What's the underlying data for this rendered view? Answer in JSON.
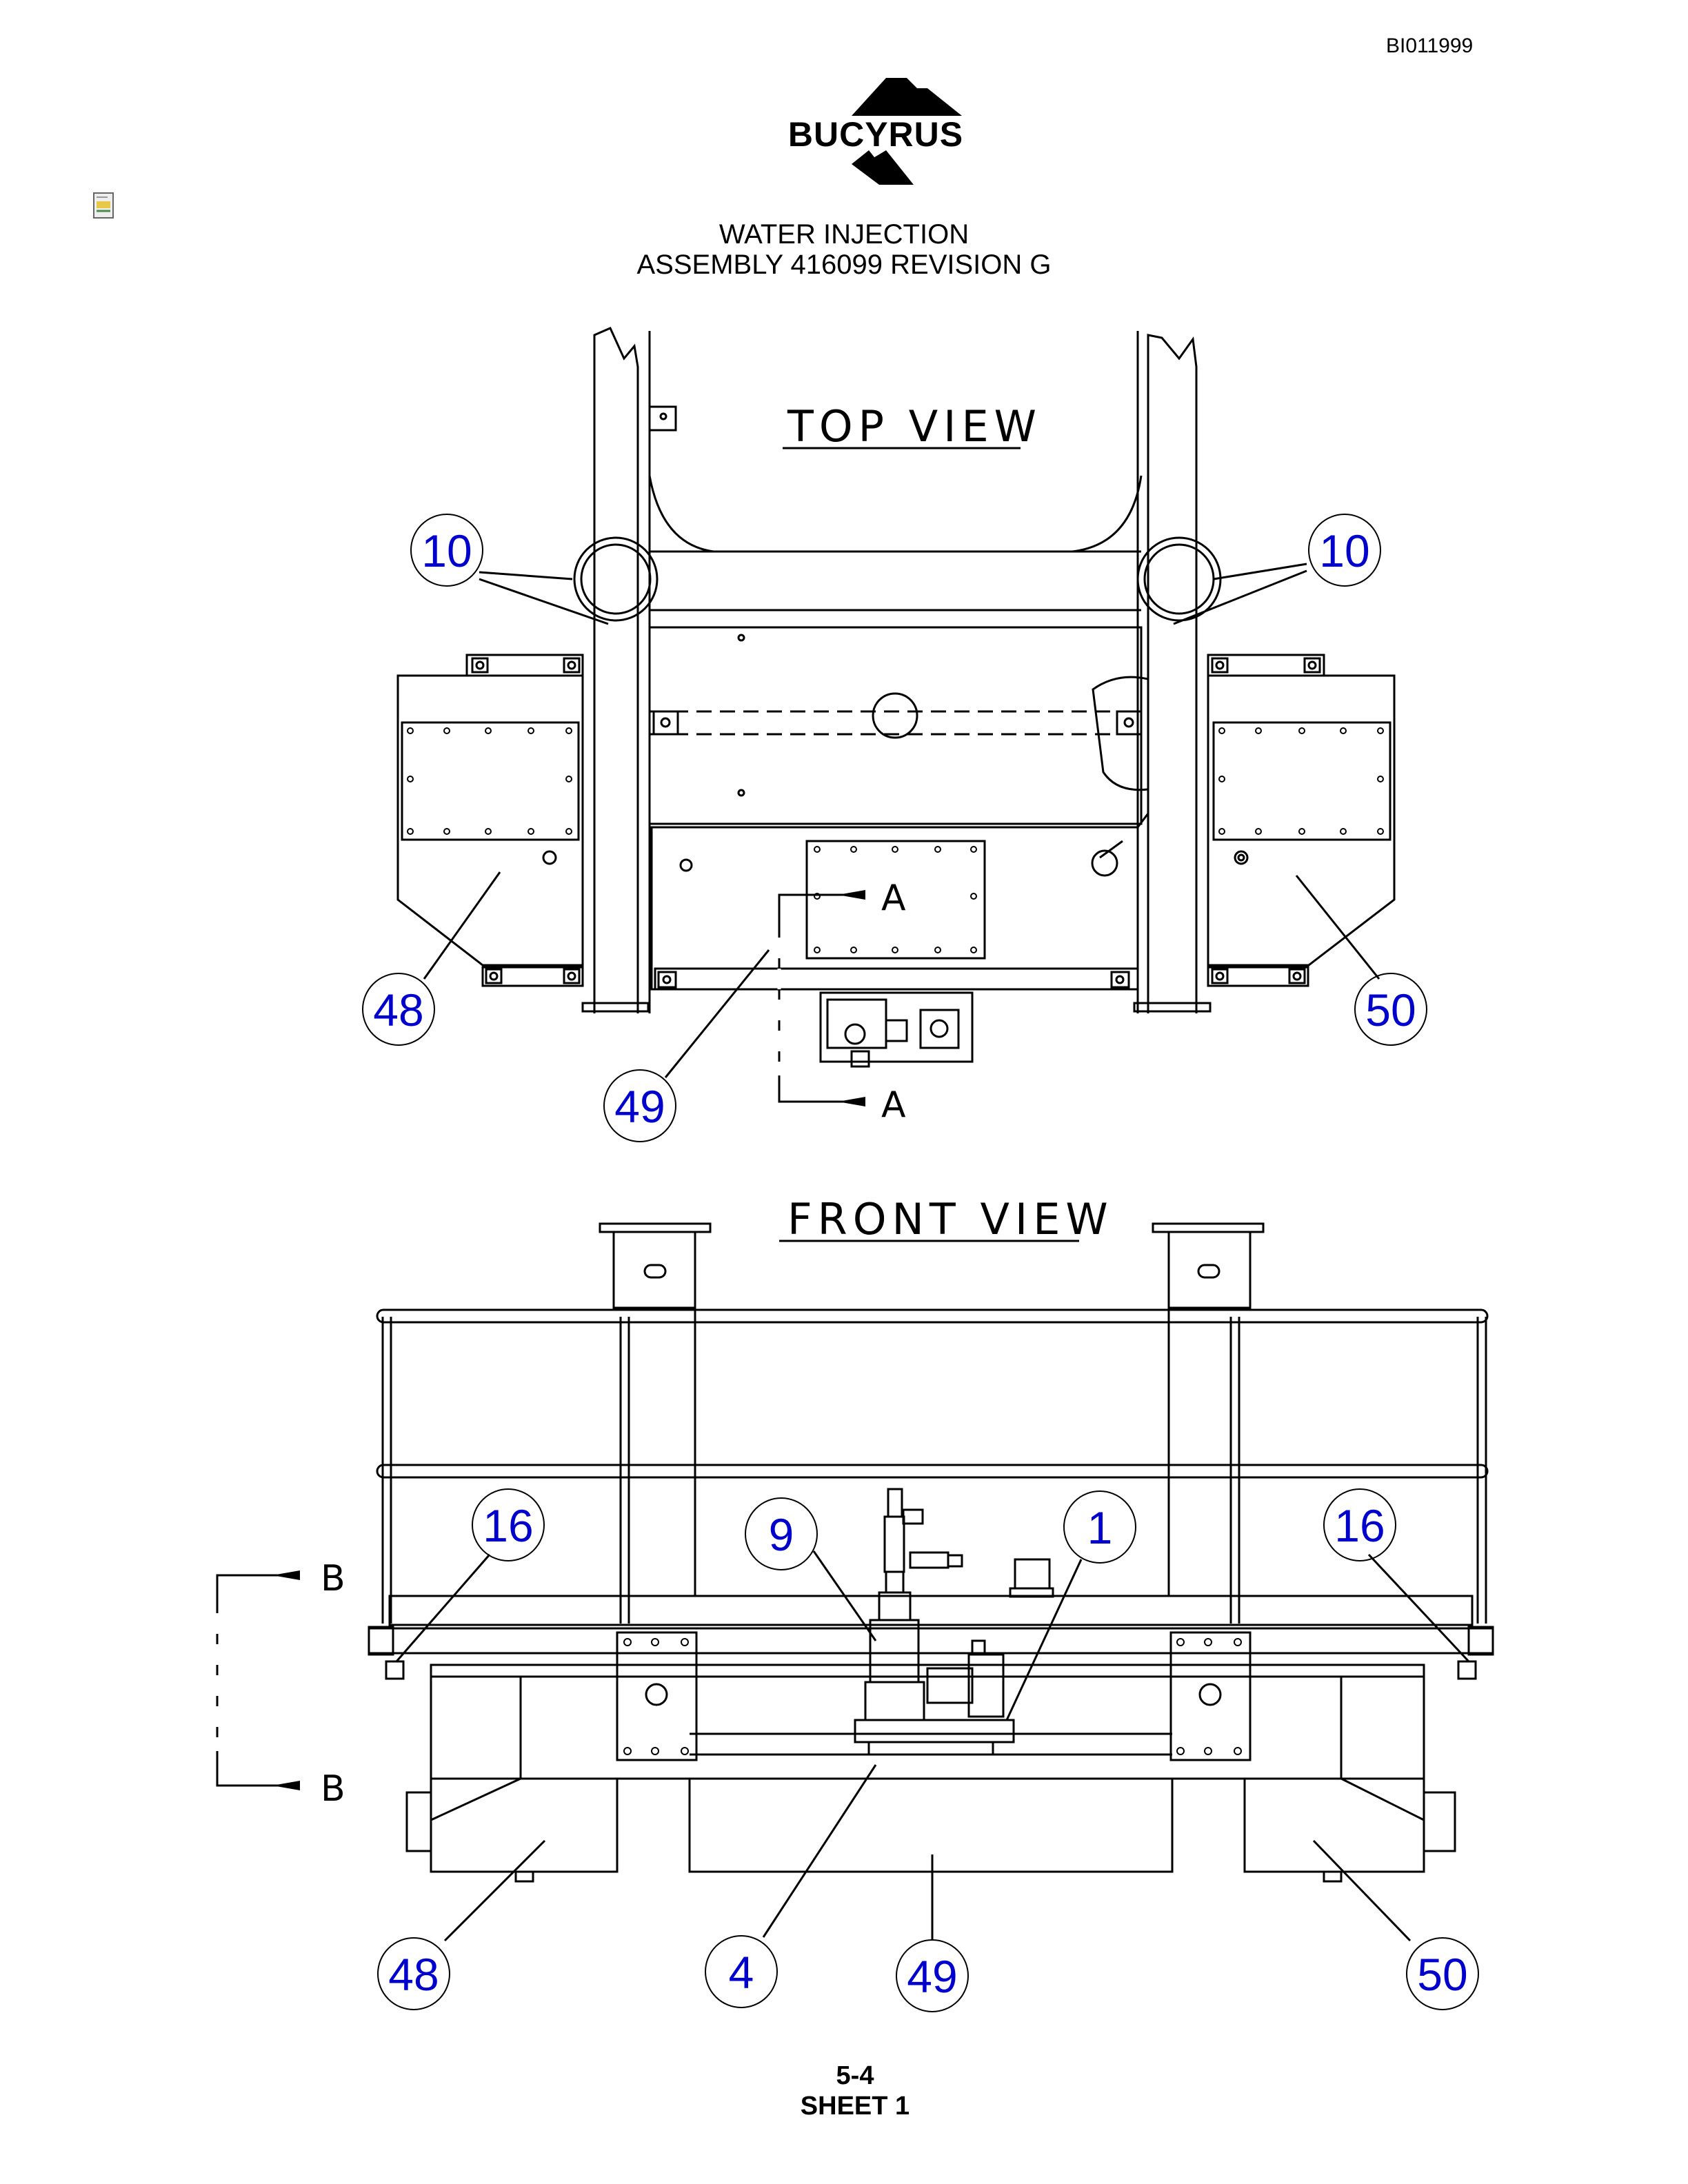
{
  "header": {
    "doc_id": "BI011999",
    "logo_text": "BUCYRUS",
    "title_line1": "WATER INJECTION",
    "title_line2": "ASSEMBLY 416099 REVISION G"
  },
  "icons": {
    "attachment": "document-icon"
  },
  "top_view": {
    "label": "TOP VIEW",
    "section_label": "A",
    "callouts": [
      "10",
      "10",
      "48",
      "49",
      "50"
    ]
  },
  "front_view": {
    "label": "FRONT VIEW",
    "section_label": "B",
    "callouts": [
      "16",
      "9",
      "1",
      "16",
      "48",
      "4",
      "49",
      "50"
    ]
  },
  "footer": {
    "page": "5-4",
    "sheet": "SHEET 1"
  },
  "colors": {
    "callout": "#0000cc",
    "lines": "#000000"
  }
}
